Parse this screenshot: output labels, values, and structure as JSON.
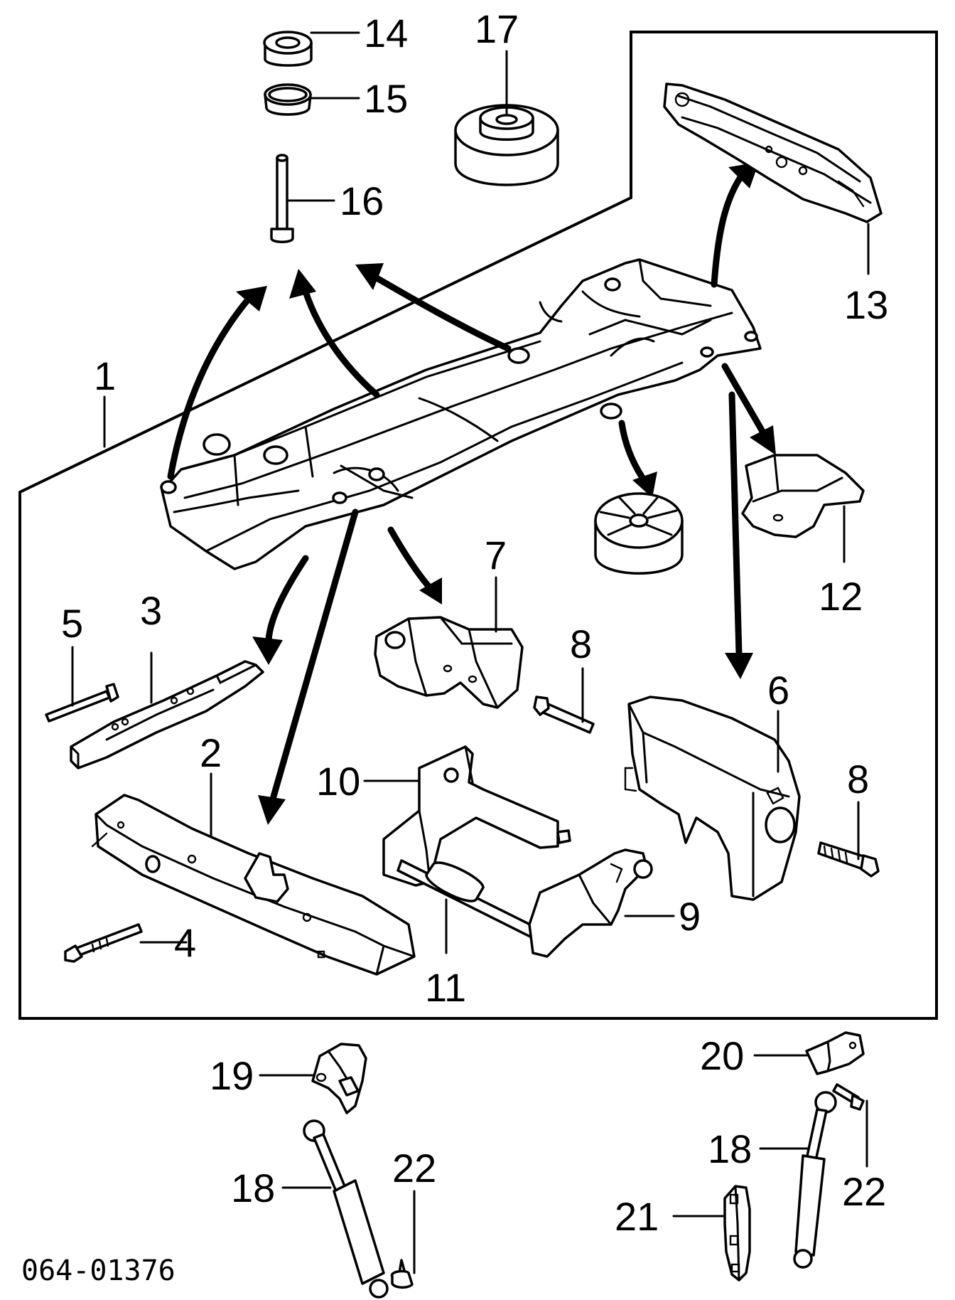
{
  "diagram": {
    "reference_number": "064-01376",
    "callouts": {
      "c1": "1",
      "c2": "2",
      "c3": "3",
      "c4": "4",
      "c5": "5",
      "c6": "6",
      "c7": "7",
      "c8a": "8",
      "c8b": "8",
      "c9": "9",
      "c10": "10",
      "c11": "11",
      "c12": "12",
      "c13": "13",
      "c14": "14",
      "c15": "15",
      "c16": "16",
      "c17": "17",
      "c18a": "18",
      "c18b": "18",
      "c19": "19",
      "c20": "20",
      "c21": "21",
      "c22a": "22",
      "c22b": "22"
    }
  }
}
